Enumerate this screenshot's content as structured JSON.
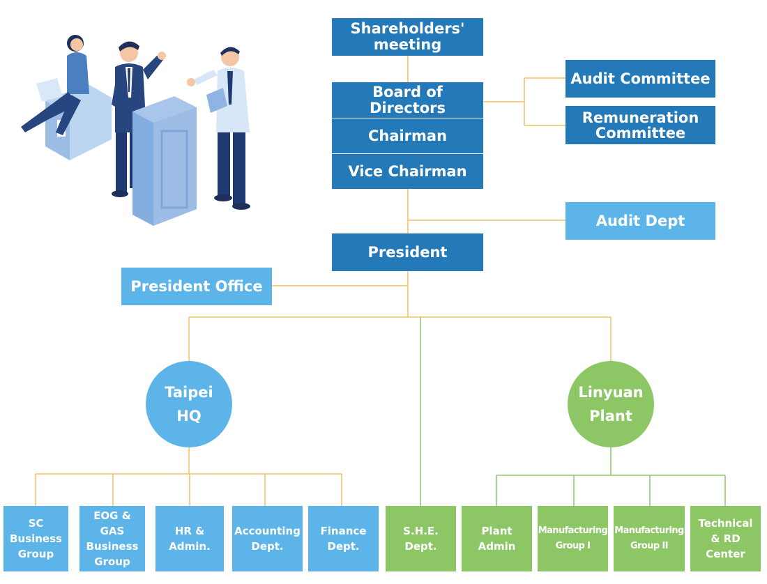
{
  "top_chain": {
    "shareholders": "Shareholders'\nmeeting",
    "board": "Board of Directors",
    "chairman": "Chairman",
    "vice_chairman": "Vice Chairman",
    "president": "President"
  },
  "committees": {
    "audit_committee": "Audit Committee",
    "remuneration_committee": "Remuneration\nCommittee"
  },
  "audit_dept": "Audit Dept",
  "president_office": "President Office",
  "hubs": {
    "taipei": "Taipei\nHQ",
    "linyuan": "Linyuan\nPlant"
  },
  "taipei_units": [
    "SC\nBusiness\nGroup",
    "EOG & GAS\nBusiness\nGroup",
    "HR &\nAdmin.",
    "Accounting\nDept.",
    "Finance\nDept."
  ],
  "she_dept": "S.H.E.\nDept.",
  "linyuan_units": [
    "Plant\nAdmin",
    "Manufacturing\nGroup I",
    "Manufacturing\nGroup II",
    "Technical\n& RD\nCenter"
  ],
  "colors": {
    "dark_blue": "#2479b8",
    "light_blue": "#5cb4e8",
    "green": "#8cc665",
    "orange_line": "#f3c062",
    "green_line": "#8cc665"
  }
}
